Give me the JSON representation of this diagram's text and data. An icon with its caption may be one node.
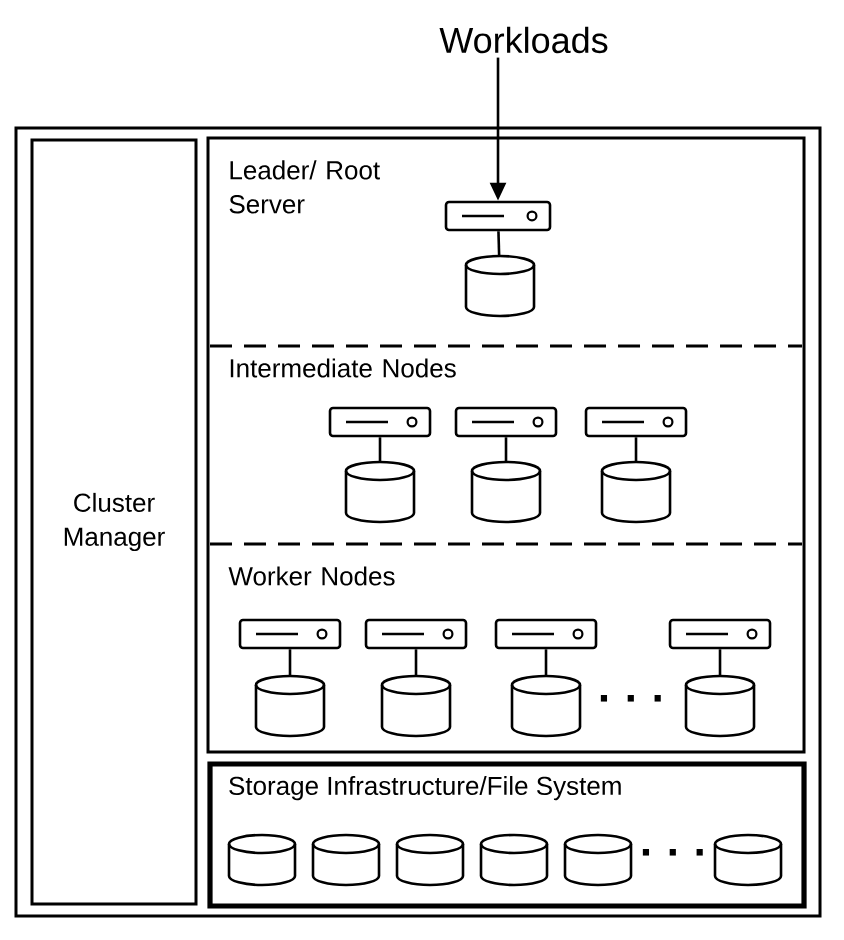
{
  "diagram": {
    "nodes": [
      {
        "text": [
          "Workloads"
        ]
      },
      {
        "text": [],
        "shape": "box"
      },
      {
        "text": [
          "Cluster Manager"
        ],
        "in": 1
      },
      {
        "text": [],
        "shape": "box",
        "in": 1
      },
      {
        "text": [],
        "shape": "server",
        "in": 3
      },
      {
        "text": [],
        "shape": "cylinder",
        "in": 3
      },
      {
        "text": [],
        "shape": "server",
        "in": 3
      },
      {
        "text": [],
        "shape": "server",
        "in": 3
      },
      {
        "text": [],
        "shape": "server",
        "in": 3
      },
      {
        "text": [],
        "shape": "cylinder",
        "in": 3
      },
      {
        "text": [],
        "shape": "cylinder",
        "in": 3
      },
      {
        "text": [],
        "shape": "cylinder",
        "in": 3
      },
      {
        "text": [],
        "shape": "server",
        "in": 3
      },
      {
        "text": [],
        "shape": "server",
        "in": 3
      },
      {
        "text": [],
        "shape": "server",
        "in": 3
      },
      {
        "text": [],
        "shape": "server",
        "in": 3
      },
      {
        "text": [],
        "shape": "cylinder",
        "in": 3
      },
      {
        "text": [],
        "shape": "cylinder",
        "in": 3
      },
      {
        "text": [],
        "shape": "cylinder",
        "in": 3
      },
      {
        "text": [],
        "shape": "cylinder",
        "in": 3
      },
      {
        "text": [
          "Storage Infrastructure/File System"
        ],
        "in": 1
      },
      {
        "text": [],
        "shape": "cylinder",
        "in": 20
      },
      {
        "text": [],
        "shape": "cylinder",
        "in": 20
      },
      {
        "text": [],
        "shape": "cylinder",
        "in": 20
      },
      {
        "text": [],
        "shape": "cylinder",
        "in": 20
      },
      {
        "text": [],
        "shape": "cylinder",
        "in": 20
      },
      {
        "text": [],
        "shape": "cylinder",
        "in": 20
      }
    ],
    "edges": [
      {
        "from": 0,
        "to": 4,
        "arrow": "to"
      },
      {
        "from": 4,
        "to": 5,
        "arrow": "none"
      },
      {
        "from": 6,
        "to": 9,
        "arrow": "none"
      },
      {
        "from": 7,
        "to": 10,
        "arrow": "none"
      },
      {
        "from": 8,
        "to": 11,
        "arrow": "none"
      },
      {
        "from": 12,
        "to": 16,
        "arrow": "none"
      },
      {
        "from": 13,
        "to": 17,
        "arrow": "none"
      },
      {
        "from": 14,
        "to": 18,
        "arrow": "none"
      },
      {
        "from": 15,
        "to": 19,
        "arrow": "none"
      }
    ],
    "labels": [
      "Leader/ Root Server",
      "Intermediate Nodes",
      "Worker Nodes",
      "· · ·",
      "· · ·"
    ]
  }
}
